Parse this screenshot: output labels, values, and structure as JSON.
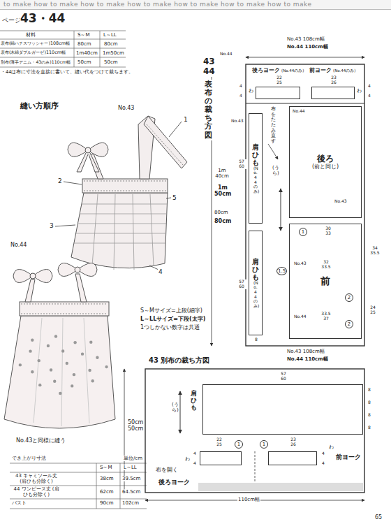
{
  "diagram": {
    "nodes": [
      {
        "text": [
          "後ろヨーク",
          "(No.44のみ)"
        ]
      },
      {
        "text": [
          "前ヨーク",
          "(No.44のみ)"
        ]
      },
      {
        "text": [
          "肩ひも",
          "(No.44のみ)"
        ]
      },
      {
        "text": [
          "後ろ",
          "(前と同じ)"
        ]
      },
      {
        "text": [
          "肩ひも",
          "(No.44のみ)"
        ]
      },
      {
        "text": [
          "前"
        ]
      },
      {
        "text": [
          "肩ひも"
        ]
      },
      {
        "text": [
          "後ろヨーク"
        ]
      },
      {
        "text": [
          "前ヨーク"
        ]
      }
    ],
    "labels": [
      "to make how to make how to make how to make how to make how to make how to make",
      "ページ",
      "43・44",
      "材料",
      "S～M",
      "L～LL",
      "表布(綿ハチスワッシャー)108cm幅",
      "80cm",
      "80cm",
      "表布(木綿ダブルガーゼ)110cm幅",
      "1m40cm",
      "1m50cm",
      "別布(薄手デニム・43のみ)110cm幅",
      "50cm",
      "50cm",
      "・44は布に寸法を直接に書いて、縫い代をつけて裁ちます。",
      "縫い方順序",
      "No.43",
      "1",
      "2",
      "5",
      "3",
      "4",
      "No.44",
      "No.43と同様に縫う",
      "でき上がり寸法",
      "単位/cm",
      "S～M",
      "L～LL",
      "43 キャミソール丈 (肩ひも分除く)",
      "38cm",
      "39.5cm",
      "44 ワンピース丈 (肩ひも分除く)",
      "62cm",
      "64.5cm",
      "バスト",
      "90cm",
      "102cm",
      "No.44",
      "No.43 108cm幅",
      "No.44 110cm幅",
      "43",
      "44",
      "表布の裁ち方図",
      "わ",
      "22 25",
      "23 26",
      "わ",
      "4",
      "4",
      "4",
      "4",
      "布をたたみ直す",
      "No.44",
      "No.43",
      "57 60",
      "1m 40cm",
      "1m 50cm",
      "80cm",
      "80cm",
      "57 60",
      "No.43",
      "(うら)",
      "30 33",
      "34 35.5",
      "No.43",
      "32 33.5",
      "24 25",
      "No.44",
      "33.5 37",
      "1",
      "1.5",
      "2",
      "2",
      "8",
      "No.43 108cm幅",
      "No.44 110cm幅",
      "S～Mサイズ=上段(細字)",
      "L～LLサイズ=下段(太字)",
      "1つしかない数字は共通",
      "43 別布の裁ち方図",
      "57 60",
      "8",
      "8",
      "8",
      "8",
      "50cm 50cm",
      "(うら)",
      "22 25",
      "23 26",
      "1",
      "1",
      "4",
      "4",
      "4",
      "4",
      "わ",
      "わ",
      "布を開く",
      "110cm幅",
      "65"
    ]
  }
}
